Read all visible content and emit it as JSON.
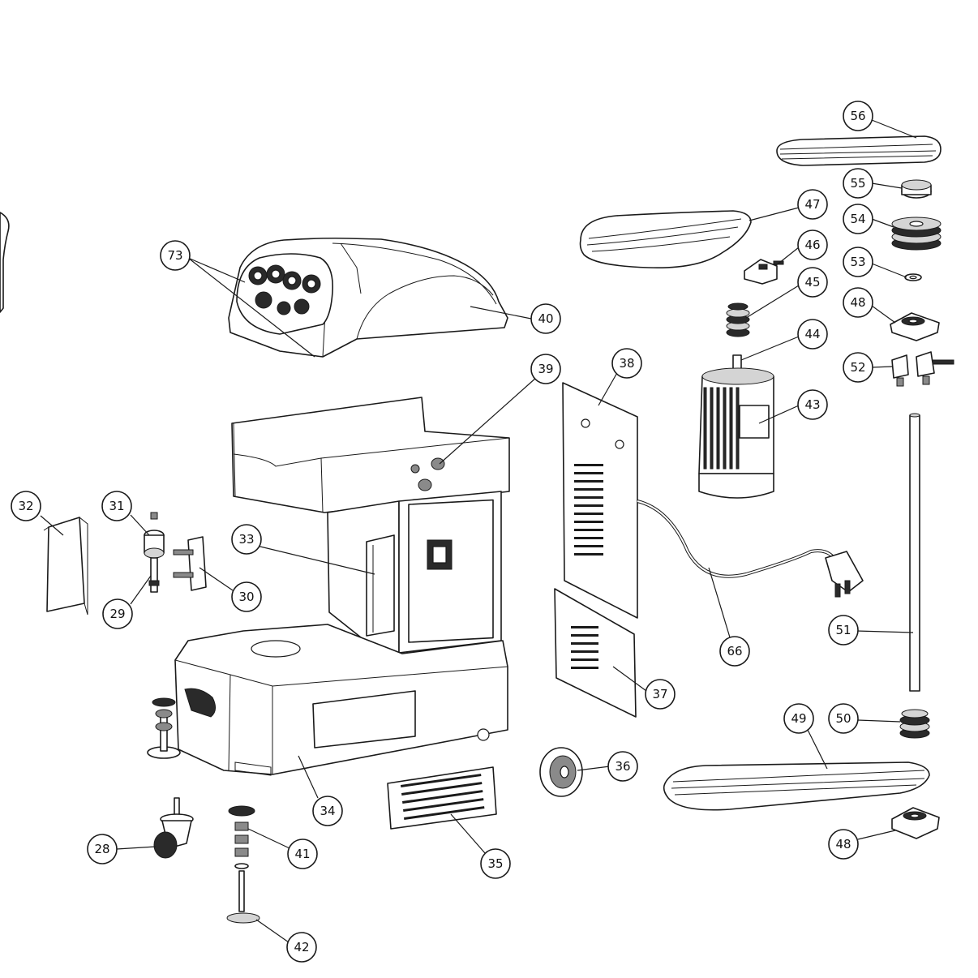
{
  "callouts": {
    "c73": "73",
    "c40": "40",
    "c39": "39",
    "c38": "38",
    "c56": "56",
    "c55": "55",
    "c54": "54",
    "c53": "53",
    "c48a": "48",
    "c52": "52",
    "c47": "47",
    "c46": "46",
    "c45": "45",
    "c44": "44",
    "c43": "43",
    "c51": "51",
    "c66": "66",
    "c37": "37",
    "c36": "36",
    "c35": "35",
    "c34": "34",
    "c33": "33",
    "c32": "32",
    "c31": "31",
    "c30": "30",
    "c29": "29",
    "c28": "28",
    "c41": "41",
    "c42": "42",
    "c49": "49",
    "c50": "50",
    "c48b": "48"
  },
  "colors": {
    "line": "#1a1a1a",
    "background": "#ffffff"
  }
}
